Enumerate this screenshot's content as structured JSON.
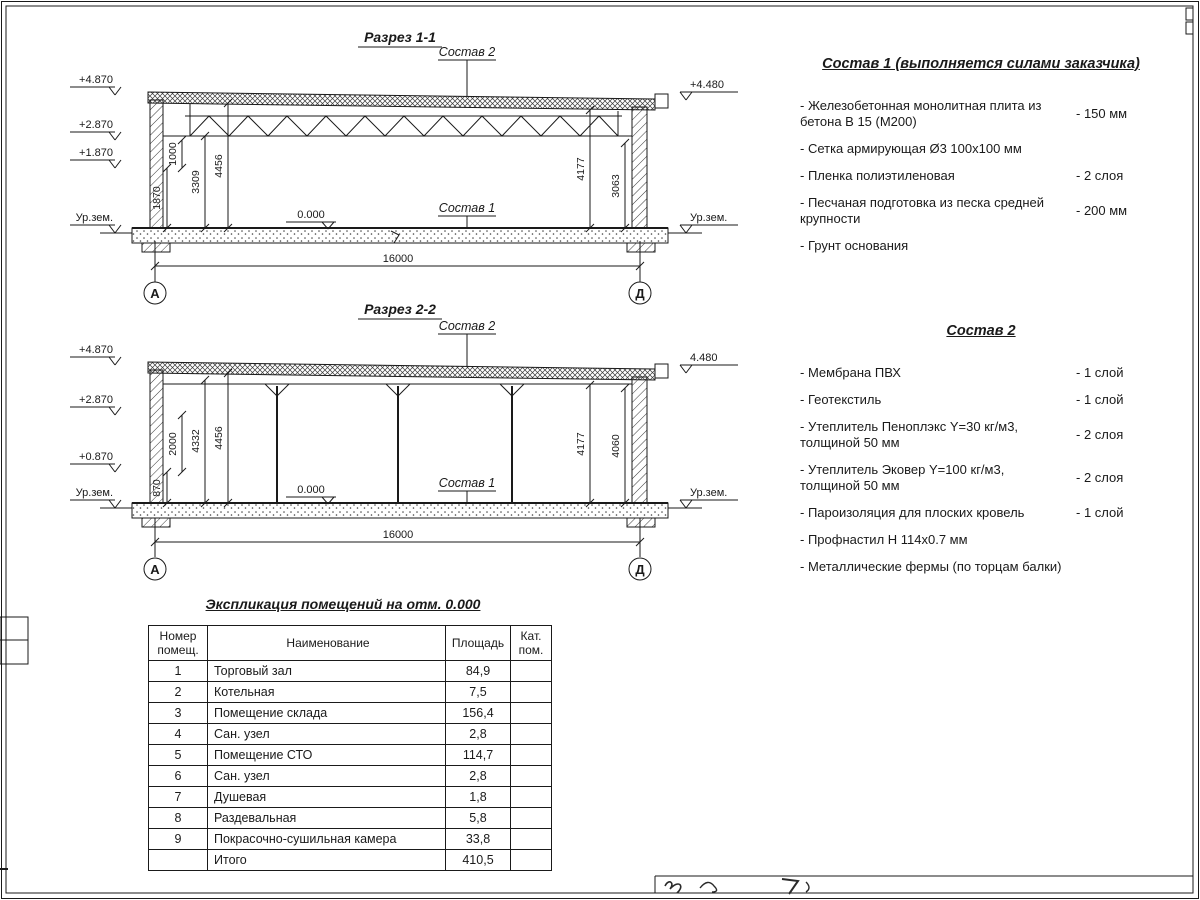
{
  "sheet": {
    "bg": "#ffffff",
    "ink": "#1a1a1a"
  },
  "section1": {
    "title": "Разрез 1-1",
    "sostav2_label": "Состав 2",
    "sostav1_label": "Состав 1",
    "zero_level": "0.000",
    "elev_left_1": "+4.870",
    "elev_left_2": "+2.870",
    "elev_left_3": "+1.870",
    "ground_left": "Ур.зем.",
    "elev_right_1": "+4.480",
    "ground_right": "Ур.зем.",
    "dim_left_1": "1870",
    "dim_left_2": "1000",
    "dim_left_3": "3309",
    "dim_left_4": "4456",
    "dim_right_1": "4177",
    "dim_right_2": "3063",
    "dim_span": "16000",
    "axis_left": "А",
    "axis_right": "Д"
  },
  "section2": {
    "title": "Разрез 2-2",
    "sostav2_label": "Состав 2",
    "sostav1_label": "Состав 1",
    "zero_level": "0.000",
    "elev_left_1": "+4.870",
    "elev_left_2": "+2.870",
    "elev_left_3": "+0.870",
    "ground_left": "Ур.зем.",
    "elev_right_1": "4.480",
    "ground_right": "Ур.зем.",
    "dim_left_1": "870",
    "dim_left_2": "2000",
    "dim_left_3": "4332",
    "dim_left_4": "4456",
    "dim_right_1": "4177",
    "dim_right_2": "4060",
    "dim_span": "16000",
    "axis_left": "А",
    "axis_right": "Д"
  },
  "spec1": {
    "title": "Состав 1 (выполняется силами заказчика)",
    "items": [
      {
        "text": "- Железобетонная  монолитная плита из бетона В 15 (М200)",
        "value": "- 150 мм"
      },
      {
        "text": "- Сетка армирующая Ø3 100х100 мм",
        "value": ""
      },
      {
        "text": "- Пленка полиэтиленовая",
        "value": "- 2 слоя"
      },
      {
        "text": "- Песчаная подготовка из песка средней крупности",
        "value": "- 200 мм"
      },
      {
        "text": "- Грунт основания",
        "value": ""
      }
    ]
  },
  "spec2": {
    "title": "Состав 2",
    "items": [
      {
        "text": "- Мембрана ПВХ",
        "value": "- 1 слой"
      },
      {
        "text": "- Геотекстиль",
        "value": "- 1 слой"
      },
      {
        "text": "- Утеплитель Пеноплэкс Y=30 кг/м3, толщиной 50 мм",
        "value": "- 2 слоя"
      },
      {
        "text": "- Утеплитель Эковер Y=100 кг/м3, толщиной 50 мм",
        "value": "- 2 слоя"
      },
      {
        "text": "- Пароизоляция для плоских кровель",
        "value": "- 1 слой"
      },
      {
        "text": "- Профнастил Н 114х0.7 мм",
        "value": ""
      },
      {
        "text": "- Металлические фермы (по торцам балки)",
        "value": ""
      }
    ]
  },
  "room_table": {
    "title": "Экспликация помещений на отм. 0.000",
    "headers": [
      "Номер помещ.",
      "Наименование",
      "Площадь",
      "Кат. пом."
    ],
    "rows": [
      [
        "1",
        "Торговый зал",
        "84,9",
        ""
      ],
      [
        "2",
        "Котельная",
        "7,5",
        ""
      ],
      [
        "3",
        "Помещение склада",
        "156,4",
        ""
      ],
      [
        "4",
        "Сан. узел",
        "2,8",
        ""
      ],
      [
        "5",
        "Помещение СТО",
        "114,7",
        ""
      ],
      [
        "6",
        "Сан. узел",
        "2,8",
        ""
      ],
      [
        "7",
        "Душевая",
        "1,8",
        ""
      ],
      [
        "8",
        "Раздевальная",
        "5,8",
        ""
      ],
      [
        "9",
        "Покрасочно-сушильная камера",
        "33,8",
        ""
      ],
      [
        "",
        "Итого",
        "410,5",
        ""
      ]
    ]
  }
}
